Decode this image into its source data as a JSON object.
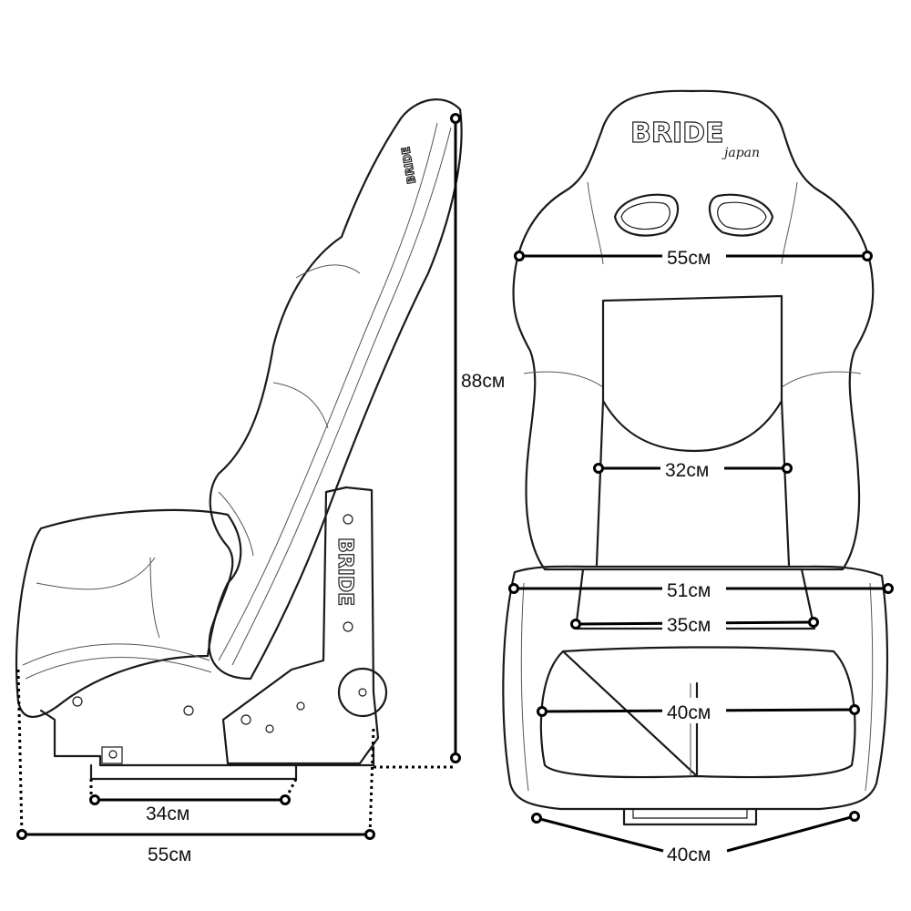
{
  "brand": {
    "name": "BRIDE",
    "sub": "japan"
  },
  "side_view": {
    "height": "88см",
    "rail_length": "34см",
    "depth": "55см"
  },
  "front_view": {
    "shoulder_width": "55см",
    "back_width": "32см",
    "cushion_outer_width": "51см",
    "cushion_inner_width": "35см",
    "seat_width": "40см",
    "base_width": "40см"
  }
}
